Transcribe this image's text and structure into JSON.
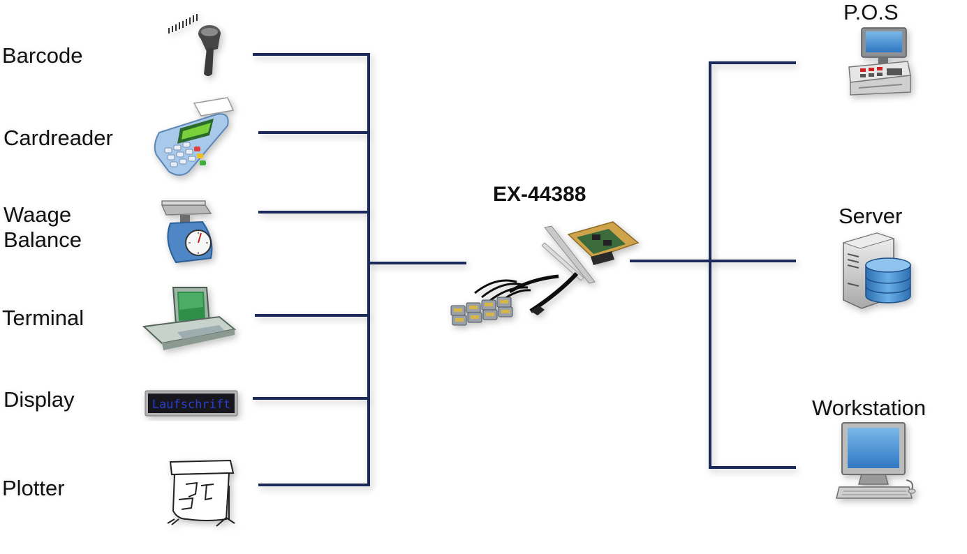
{
  "diagram": {
    "center_label": "EX-44388",
    "left_devices": [
      {
        "label": "Barcode",
        "icon": "barcode-scanner-icon"
      },
      {
        "label": "Cardreader",
        "icon": "card-terminal-icon"
      },
      {
        "label": "Waage\nBalance",
        "icon": "scale-icon"
      },
      {
        "label": "Terminal",
        "icon": "terminal-icon"
      },
      {
        "label": "Display",
        "icon": "led-display-icon",
        "display_text": "Laufschrift"
      },
      {
        "label": "Plotter",
        "icon": "plotter-icon"
      }
    ],
    "right_devices": [
      {
        "label": "P.O.S",
        "icon": "pos-terminal-icon"
      },
      {
        "label": "Server",
        "icon": "server-icon"
      },
      {
        "label": "Workstation",
        "icon": "workstation-icon"
      }
    ],
    "colors": {
      "line": "#1f2a5a",
      "text": "#111111"
    }
  }
}
